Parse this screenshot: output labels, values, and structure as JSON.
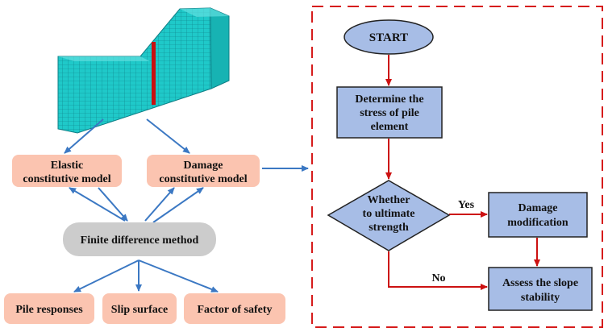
{
  "colors": {
    "pink_box": "#fbc4b0",
    "gray_box": "#cccccc",
    "blue_box": "#a7bde6",
    "blue_arrow": "#3b78c3",
    "red_arrow": "#cc1111",
    "dashed_border": "#d61c1c",
    "mesh": "#1fc9c9",
    "pile": "#c81010"
  },
  "left": {
    "model_elastic": [
      "Elastic",
      "constitutive model"
    ],
    "model_damage": [
      "Damage",
      "constitutive model"
    ],
    "method": "Finite difference method",
    "outputs": [
      "Pile responses",
      "Slip surface",
      "Factor of safety"
    ]
  },
  "flow": {
    "start": "START",
    "stress": [
      "Determine the",
      "stress of pile",
      "element"
    ],
    "decision": [
      "Whether",
      "to ultimate",
      "strength"
    ],
    "yes": "Yes",
    "no": "No",
    "damage": [
      "Damage",
      "modification"
    ],
    "assess": [
      "Assess the slope",
      "stability"
    ]
  }
}
